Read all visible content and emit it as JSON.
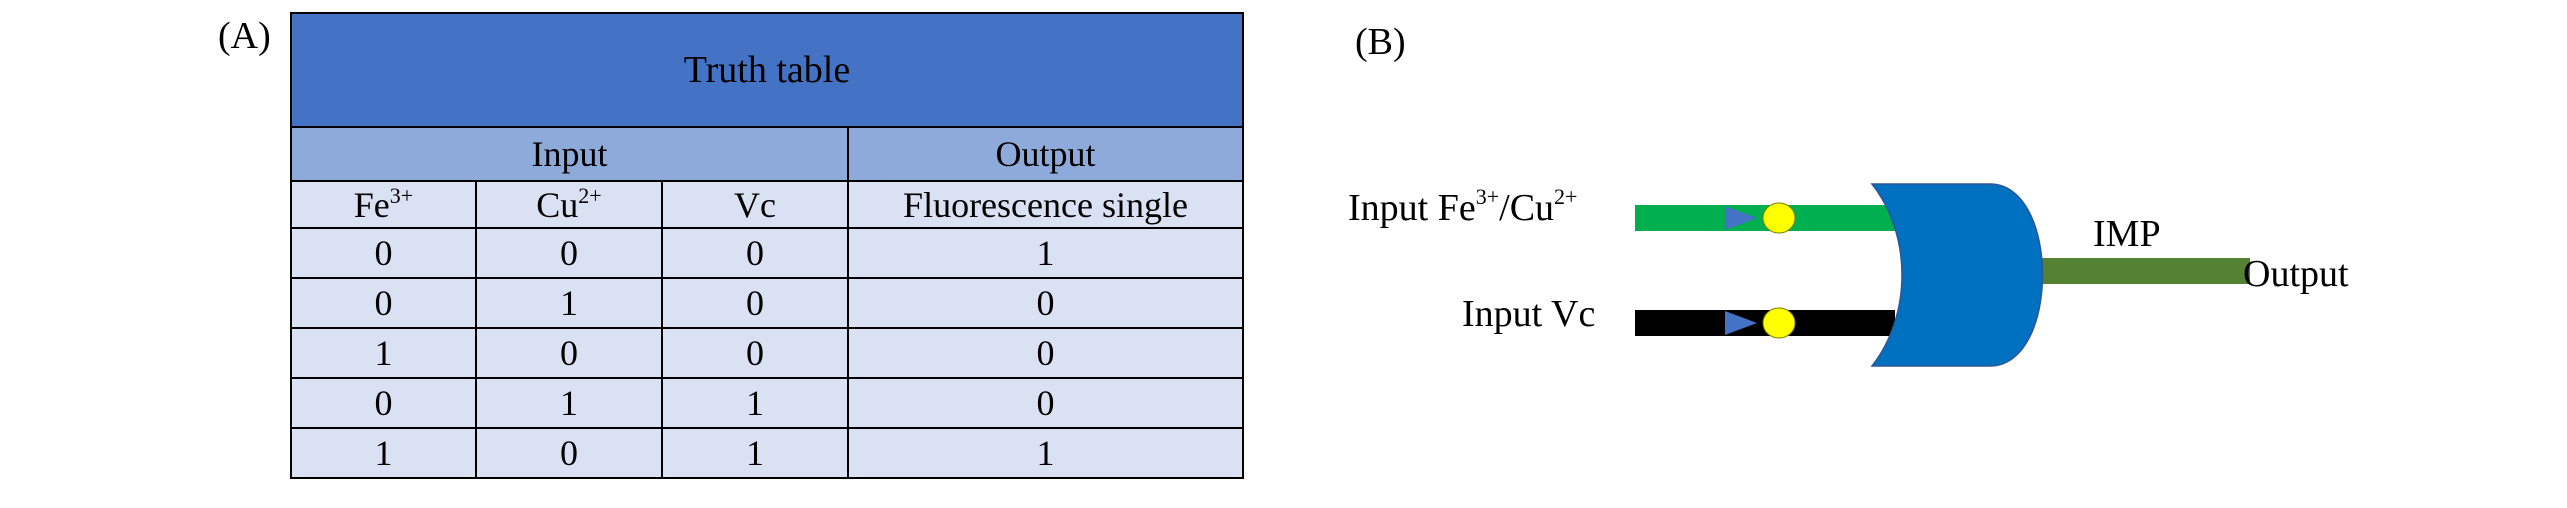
{
  "panel_labels": {
    "a": "(A)",
    "b": "(B)"
  },
  "truth_table": {
    "title": "Truth table",
    "groups": {
      "input": "Input",
      "output": "Output"
    },
    "columns": [
      {
        "base": "Fe",
        "sup": "3+"
      },
      {
        "base": "Cu",
        "sup": "2+"
      },
      {
        "base": "Vc",
        "sup": ""
      },
      {
        "base": "Fluorescence single",
        "sup": ""
      }
    ],
    "rows": [
      [
        "0",
        "0",
        "0",
        "1"
      ],
      [
        "0",
        "1",
        "0",
        "0"
      ],
      [
        "1",
        "0",
        "0",
        "0"
      ],
      [
        "0",
        "1",
        "1",
        "0"
      ],
      [
        "1",
        "0",
        "1",
        "1"
      ]
    ]
  },
  "diagram": {
    "input1": {
      "prefix": "Input Fe",
      "sup1": "3+",
      "mid": "/Cu",
      "sup2": "2+"
    },
    "input2": "Input Vc",
    "gate": "IMP",
    "output": "Output",
    "colors": {
      "input1_line": "#00b050",
      "input2_line": "#000000",
      "gate": "#0070c0",
      "output_line": "#548235",
      "arrow": "#4472c4",
      "dot": "#ffff00"
    }
  }
}
